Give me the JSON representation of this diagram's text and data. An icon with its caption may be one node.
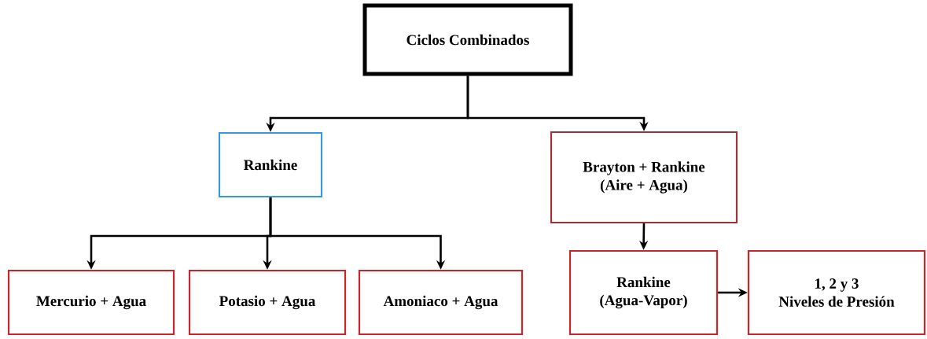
{
  "diagram": {
    "nodes": [
      {
        "text": [
          "Ciclos Combinados"
        ]
      },
      {
        "text": [
          "Rankine"
        ]
      },
      {
        "text": [
          "Brayton + Rankine (Aire + Agua)"
        ]
      },
      {
        "text": [
          "Mercurio + Agua"
        ]
      },
      {
        "text": [
          "Potasio + Agua"
        ]
      },
      {
        "text": [
          "Amoniaco + Agua"
        ]
      },
      {
        "text": [
          "Rankine (Agua-Vapor)"
        ]
      },
      {
        "text": [
          "1, 2 y 3 Niveles de Presión"
        ]
      }
    ],
    "edges": [
      {
        "from": 0,
        "to": 1,
        "arrow": "to"
      },
      {
        "from": 0,
        "to": 2,
        "arrow": "to"
      },
      {
        "from": 1,
        "to": 3,
        "arrow": "to"
      },
      {
        "from": 1,
        "to": 4,
        "arrow": "to"
      },
      {
        "from": 1,
        "to": 5,
        "arrow": "to"
      },
      {
        "from": 2,
        "to": 6,
        "arrow": "to"
      },
      {
        "from": 6,
        "to": 7,
        "arrow": "to"
      }
    ]
  }
}
